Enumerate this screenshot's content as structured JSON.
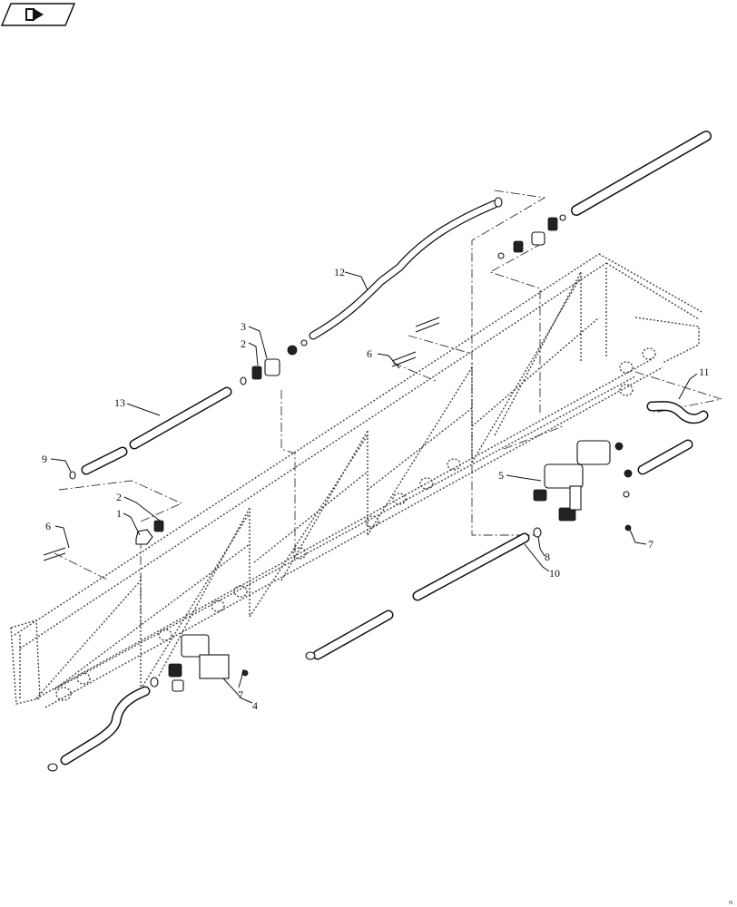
{
  "toolbar": {
    "corner_icon": "page-navigation-icon"
  },
  "callouts": [
    {
      "id": "c1",
      "label": "1"
    },
    {
      "id": "c2a",
      "label": "2"
    },
    {
      "id": "c2b",
      "label": "2"
    },
    {
      "id": "c3",
      "label": "3"
    },
    {
      "id": "c4",
      "label": "4"
    },
    {
      "id": "c5",
      "label": "5"
    },
    {
      "id": "c6a",
      "label": "6"
    },
    {
      "id": "c6b",
      "label": "6"
    },
    {
      "id": "c7a",
      "label": "7"
    },
    {
      "id": "c7b",
      "label": "7"
    },
    {
      "id": "c8",
      "label": "8"
    },
    {
      "id": "c9",
      "label": "9"
    },
    {
      "id": "c10",
      "label": "10"
    },
    {
      "id": "c11",
      "label": "11"
    },
    {
      "id": "c12",
      "label": "12"
    },
    {
      "id": "c13",
      "label": "13"
    }
  ],
  "corner_mark": "N"
}
